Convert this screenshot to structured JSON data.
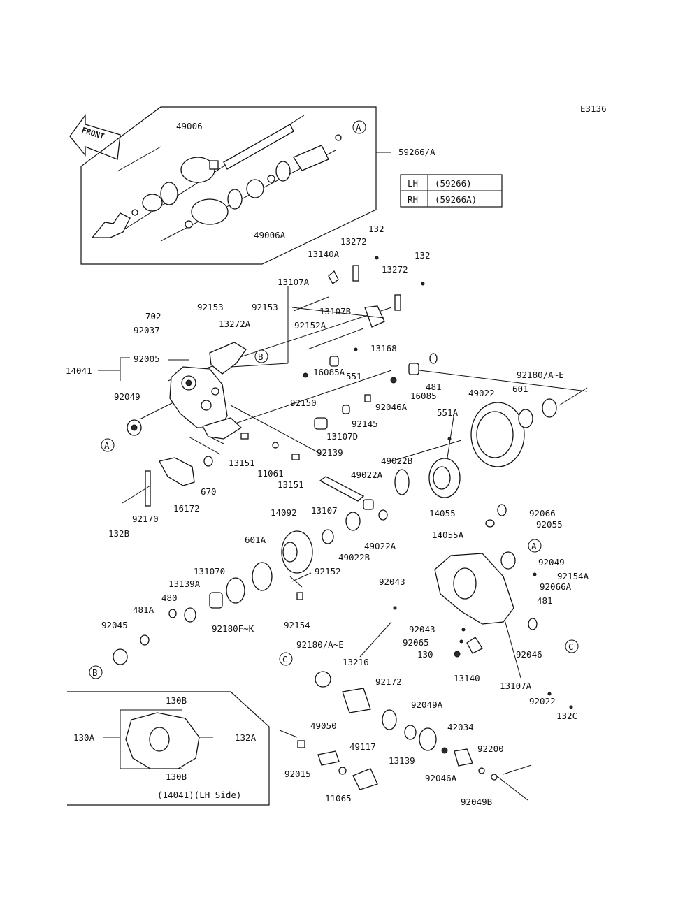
{
  "diagram_code": "E3136",
  "front_arrow_label": "FRONT",
  "variant_table": {
    "rows": [
      {
        "side": "LH",
        "part": "(59266)"
      },
      {
        "side": "RH",
        "part": "(59266A)"
      }
    ]
  },
  "inset_caption": "(14041)(LH Side)",
  "circle_refs": [
    "A",
    "B",
    "C"
  ],
  "part_labels": [
    "49006",
    "49006A",
    "59266/A",
    "132",
    "13272",
    "13140A",
    "132",
    "13272",
    "13107A",
    "13107B",
    "702",
    "92153",
    "92153",
    "13272A",
    "92037",
    "92152A",
    "13168",
    "14041",
    "92005",
    "551",
    "16085A",
    "481",
    "16085",
    "92180/A~E",
    "49022",
    "601",
    "92049",
    "92150",
    "92046A",
    "551A",
    "92145",
    "13107D",
    "92139",
    "13151",
    "11061",
    "13151",
    "49022B",
    "670",
    "49022A",
    "14055",
    "16172",
    "92170",
    "132B",
    "14092",
    "13107",
    "92066",
    "92055",
    "14055A",
    "49022B",
    "49022A",
    "601A",
    "92152",
    "92049",
    "92154A",
    "131070",
    "13139A",
    "480",
    "92043",
    "92066A",
    "481",
    "92154",
    "92180F~K",
    "481A",
    "92045",
    "92043",
    "92065",
    "92046",
    "130",
    "92180/A~E",
    "13140",
    "13216",
    "92172",
    "13107A",
    "92022",
    "132C",
    "130B",
    "130A",
    "132A",
    "130B",
    "49050",
    "92049A",
    "42034",
    "49117",
    "92200",
    "92015",
    "13139",
    "11065",
    "92046A",
    "92049B"
  ]
}
